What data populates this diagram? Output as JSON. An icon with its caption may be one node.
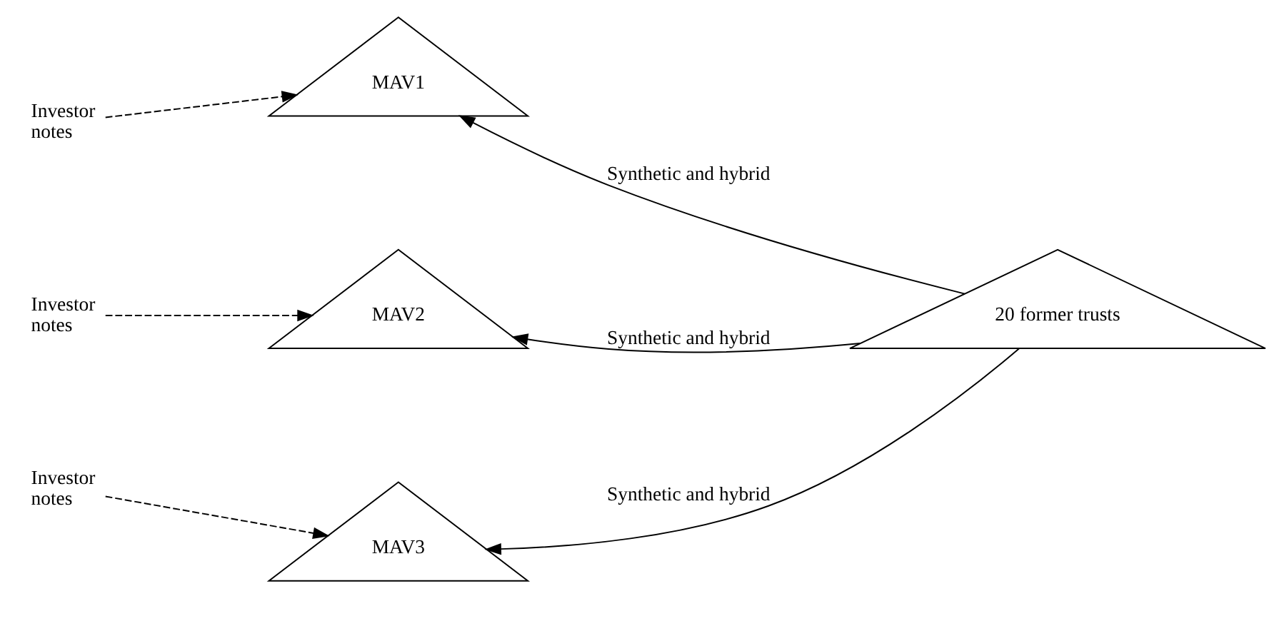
{
  "diagram": {
    "nodes": [
      {
        "text": [
          "Investor notes"
        ]
      },
      {
        "text": [
          "MAV1"
        ]
      },
      {
        "text": [
          "Investor notes"
        ]
      },
      {
        "text": [
          "MAV2"
        ]
      },
      {
        "text": [
          "Investor notes"
        ]
      },
      {
        "text": [
          "MAV3"
        ]
      },
      {
        "text": [
          "20 former trusts"
        ]
      }
    ],
    "edges": [
      {
        "from": 0,
        "to": 1,
        "arrow": "to",
        "style": "dashed"
      },
      {
        "from": 2,
        "to": 3,
        "arrow": "to",
        "style": "dashed"
      },
      {
        "from": 4,
        "to": 5,
        "arrow": "to",
        "style": "dashed"
      },
      {
        "from": 6,
        "to": 1,
        "arrow": "to",
        "label": "Synthetic and hybrid"
      },
      {
        "from": 6,
        "to": 3,
        "arrow": "to",
        "label": "Synthetic and hybrid"
      },
      {
        "from": 6,
        "to": 5,
        "arrow": "to",
        "label": "Synthetic and hybrid"
      }
    ]
  }
}
